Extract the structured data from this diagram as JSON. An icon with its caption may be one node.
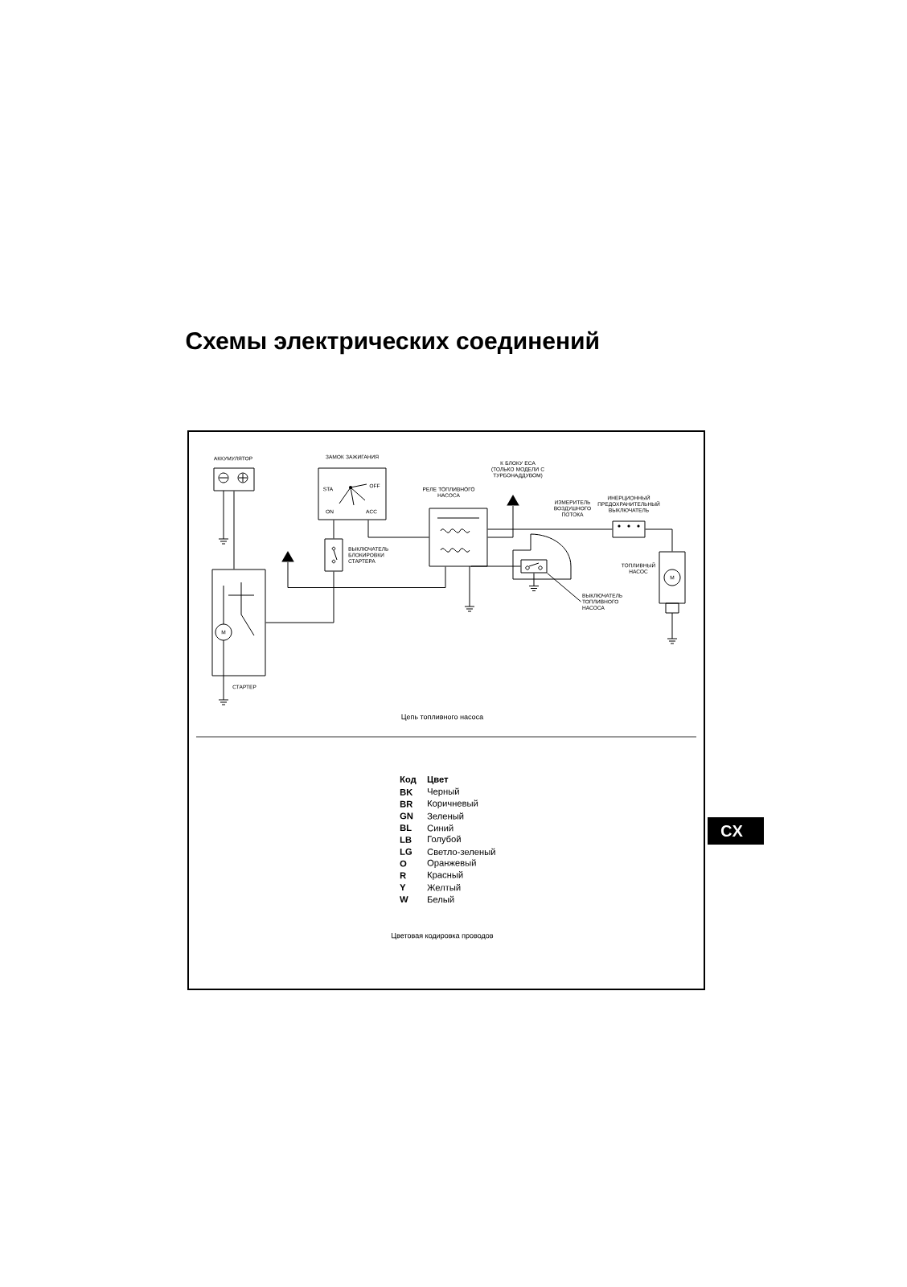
{
  "diagram": {
    "title": "Схемы электрических соединений",
    "nodes": [
      {
        "text": [
          "АККУМУЛЯТОР"
        ]
      },
      {
        "text": [
          "ЗАМОК ЗАЖИГАНИЯ",
          "STA",
          "OFF",
          "ON",
          "ACC"
        ]
      },
      {
        "text": [
          "ВЫКЛЮЧАТЕЛЬ БЛОКИРОВКИ СТАРТЕРА"
        ]
      },
      {
        "text": [
          "СТАРТЕР",
          "M"
        ]
      },
      {
        "text": [],
        "shape": "triangle"
      },
      {
        "text": [
          "РЕЛЕ ТОПЛИВНОГО НАСОСА"
        ]
      },
      {
        "text": [
          "К БЛОКУ ECA (ТОЛЬКО МОДЕЛИ С ТУРБОНАДДУВОМ)"
        ]
      },
      {
        "text": [
          "ИЗМЕРИТЕЛЬ ВОЗДУШНОГО ПОТОКА"
        ]
      },
      {
        "text": [],
        "shape": "switch",
        "in": 7
      },
      {
        "text": [
          "ВЫКЛЮЧАТЕЛЬ ТОПЛИВНОГО НАСОСА"
        ]
      },
      {
        "text": [
          "ИНЕРЦИОННЫЙ ПРЕДОХРАНИТЕЛЬНЫЙ ВЫКЛЮЧАТЕЛЬ"
        ]
      },
      {
        "text": [
          "ТОПЛИВНЫЙ НАСОС",
          "M"
        ]
      }
    ],
    "edges": [
      {
        "from": 0,
        "to": 3,
        "arrow": "none"
      },
      {
        "from": 1,
        "to": 2,
        "arrow": "none"
      },
      {
        "from": 2,
        "to": 3,
        "arrow": "none"
      },
      {
        "from": 1,
        "to": 5,
        "arrow": "none"
      },
      {
        "from": 4,
        "to": 5,
        "arrow": "none"
      },
      {
        "from": 5,
        "to": 6,
        "arrow": "none"
      },
      {
        "from": 5,
        "to": 10,
        "arrow": "none"
      },
      {
        "from": 10,
        "to": 11,
        "arrow": "none"
      },
      {
        "from": 5,
        "to": 8,
        "arrow": "none"
      },
      {
        "from": 9,
        "to": 8,
        "arrow": "none"
      }
    ],
    "labels": [
      "Цепь топливного насоса",
      "Код",
      "Цвет",
      "BK",
      "Черный",
      "BR",
      "Коричневый",
      "GN",
      "Зеленый",
      "BL",
      "Синий",
      "LB",
      "Голубой",
      "LG",
      "Светло-зеленый",
      "O",
      "Оранжевый",
      "R",
      "Красный",
      "Y",
      "Желтый",
      "W",
      "Белый",
      "Цветовая кодировка проводов",
      "CX"
    ]
  }
}
